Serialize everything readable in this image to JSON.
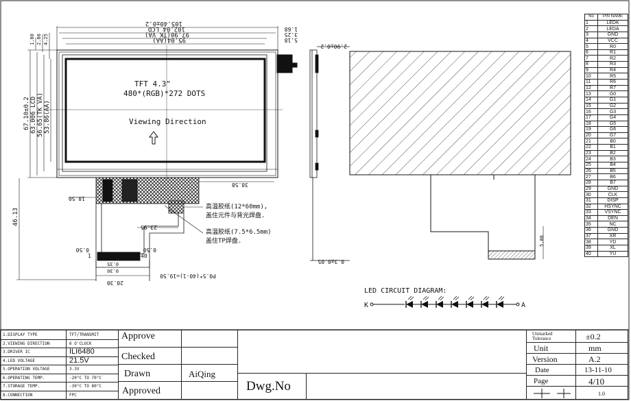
{
  "drawing": {
    "front_view": {
      "dims": {
        "width_outline": "105.40±0.2",
        "width_lcd": "102.04 LCD",
        "width_tp_va": "97.90(TK VA)",
        "width_aa": "95.04(AA)",
        "offset_168": "1.68",
        "offset_325": "3.25",
        "offset_518": "5.18",
        "height_outline": "67.10±0.2",
        "height_lcd": "63.006 LCD",
        "height_tp_va": "56.65(TK VA)",
        "height_aa": "53.86(AA)",
        "top_180": "1.80",
        "top_280": "2.80",
        "top_425": "4.25",
        "fpc_3858": "38.58",
        "fpc_1850": "18.50",
        "fpc_2395": "23.95",
        "fpc_length": "46.13",
        "pitch_050_l": "0.50",
        "pitch_050_r": "0.50",
        "pin_first": "1",
        "pin_last": "40",
        "pad_035": "0.35",
        "pad_030": "0.30",
        "fpc_width": "20.30",
        "pitch_formula": "P0.5*(40-1)=19.50"
      },
      "center_text": {
        "line1": "TFT 4.3\"",
        "line2": "480*(RGB)*272  DOTS",
        "line3": "Viewing  Direction"
      },
      "notes": {
        "note1_line1": "高温胶纸(12*60mm),",
        "note1_line2": "盖住元件与背光焊盘.",
        "note2_line1": "高温胶纸(7.5*6.5mm)",
        "note2_line2": "盖住TP焊盘."
      }
    },
    "side_view": {
      "thickness": "2.90±0.2",
      "fpc_thickness": "0.3±0.05"
    },
    "back_view": {
      "stiffener": "5.00"
    },
    "led": {
      "title": "LED CIRCUIT DIAGRAM:",
      "k_label": "K",
      "a_label": "A",
      "count": 7
    }
  },
  "pin_table": {
    "headers": [
      "No",
      "PIN NAME"
    ],
    "rows": [
      [
        "1",
        "LEDK"
      ],
      [
        "2",
        "LEDA"
      ],
      [
        "3",
        "GND"
      ],
      [
        "4",
        "VCC"
      ],
      [
        "5",
        "R0"
      ],
      [
        "6",
        "R1"
      ],
      [
        "7",
        "R2"
      ],
      [
        "8",
        "R3"
      ],
      [
        "9",
        "R4"
      ],
      [
        "10",
        "R5"
      ],
      [
        "11",
        "R6"
      ],
      [
        "12",
        "R7"
      ],
      [
        "13",
        "G0"
      ],
      [
        "14",
        "G1"
      ],
      [
        "15",
        "G2"
      ],
      [
        "16",
        "G3"
      ],
      [
        "17",
        "G4"
      ],
      [
        "18",
        "G5"
      ],
      [
        "19",
        "G6"
      ],
      [
        "20",
        "G7"
      ],
      [
        "21",
        "B0"
      ],
      [
        "22",
        "B1"
      ],
      [
        "23",
        "B2"
      ],
      [
        "24",
        "B3"
      ],
      [
        "25",
        "B4"
      ],
      [
        "26",
        "B5"
      ],
      [
        "27",
        "B6"
      ],
      [
        "28",
        "B7"
      ],
      [
        "29",
        "GND"
      ],
      [
        "30",
        "CLK"
      ],
      [
        "31",
        "DISP"
      ],
      [
        "32",
        "HSYNC"
      ],
      [
        "33",
        "VSYNC"
      ],
      [
        "34",
        "DEN"
      ],
      [
        "35",
        "NC"
      ],
      [
        "36",
        "GND"
      ],
      [
        "37",
        "XR"
      ],
      [
        "38",
        "YD"
      ],
      [
        "39",
        "XL"
      ],
      [
        "40",
        "YU"
      ]
    ]
  },
  "title_block": {
    "specs": [
      {
        "k": "1.DISPLAY TYPE",
        "v": "TFT/TRANSMIT"
      },
      {
        "k": "2.VIEWING DIRECTION",
        "v": "6 O'CLOCK"
      },
      {
        "k": "3.DRIVER IC",
        "v": "ILI6480"
      },
      {
        "k": "4.LED  VOLTAGE",
        "v": "21.5V"
      },
      {
        "k": "5.OPERATION VOLTAGE",
        "v": "3.3V"
      },
      {
        "k": "6.OPERATING TEMP.",
        "v": "-20°C TO 70°C"
      },
      {
        "k": "7.STORAGE TEMP.",
        "v": "-30°C TO 80°C"
      },
      {
        "k": "8.CONNECTION",
        "v": "FPC"
      }
    ],
    "approve": "Approve",
    "checked": "Checked",
    "drawn": "Drawn",
    "drawn_by": "AiQing",
    "approved": "Approved",
    "dwg_no": "Dwg.No",
    "tolerance_label": "Unmarked Tolerance",
    "tolerance": "±0.2",
    "unit_label": "Unit",
    "unit": "mm",
    "version_label": "Version",
    "version": "A.2",
    "date_label": "Date",
    "date": "13-11-10",
    "page_label": "Page",
    "page": "4/10",
    "scale": "1.0"
  }
}
